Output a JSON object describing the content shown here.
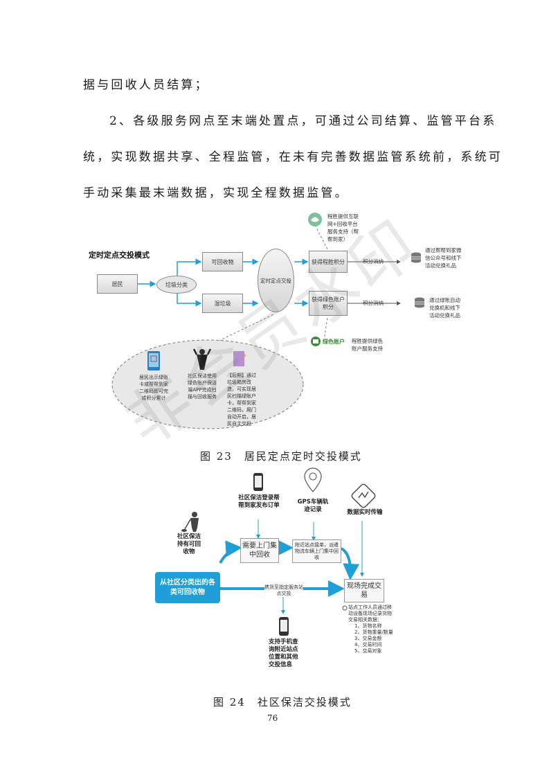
{
  "text": {
    "line1": "据与回收人员结算；",
    "line2": "2、各级服务网点至末端处置点，可通过公司结算、监管平台系",
    "line3": "统，实现数据共享、全程监管，在未有完善数据监管系统前，系统可",
    "line4": "手动采集最末端数据，实现全程数据监管。"
  },
  "figure23": {
    "title": "定时定点交投模式",
    "resident": "居民",
    "sorting": "垃圾分类",
    "recyclable": "可回收物",
    "waste": "湿垃圾",
    "timed_point": "定时定点交投",
    "get_points": "获得程胜积分",
    "get_green_points": "获得绿色账户积分",
    "points_use_1": "积分消纳",
    "points_use_2": "积分消纳",
    "top_note": "程胜提供互联网+回收平台服务支持（帮帮到家）",
    "result_1": "通过帮帮到家微信公众号和线下活动兑换礼品",
    "result_2": "通过绿账自动兑换机和线下活动兑换礼品",
    "green_logo": "绿色账户",
    "green_note": "程胜提供绿色账户服务支持",
    "item_1": "居民出示绿账卡或帮帮到家二维码即可完成积分累计",
    "item_2": "社区保洁使用绿色账户保洁端APP完成扫描与回收服务",
    "item_3": "【后期】通过垃圾箱房改造，可实现居民扫描绿账户卡，帮帮到家二维码，厢门自动开启，居民自主交投",
    "caption": "图 23　居民定点定时交投模式"
  },
  "figure24": {
    "phone_note": "社区保洁登录帮帮到家发布订单",
    "gps": "GPS车辆轨迹记录",
    "data_sync": "数据实时传输",
    "cleaner_note": "社区保洁持有可回收物",
    "need_pickup": "需要上门集中回收",
    "nearby_pickup": "附近站点接单，派遣物流车辆上门集中回收",
    "source": "从社区分类出的各类可回收物",
    "carry_to": "携货至指定服务站点交投",
    "onsite": "现场完成交易",
    "record_title": "站点工作人员通过移动设备现场记录货物交易相关数据：",
    "record_items": [
      "1、货物名称",
      "2、货物重量/数量",
      "3、交易金额",
      "4、交易时间",
      "5、交易对象"
    ],
    "query_note": "支持手机查询附近站点位置和其他交投信息",
    "caption": "图 24　社区保洁交投模式"
  },
  "page_number": "76",
  "watermark": "非会员水印",
  "colors": {
    "accent_blue": "#1f9ed8",
    "teal": "#3aa0a8",
    "green": "#3c8d3c"
  }
}
